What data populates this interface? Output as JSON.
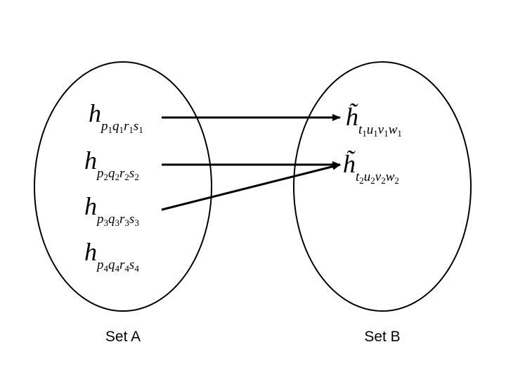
{
  "set_a": {
    "label": "Set A",
    "elements": [
      {
        "base": "h",
        "sub": [
          [
            "p",
            "1"
          ],
          [
            "q",
            "1"
          ],
          [
            "r",
            "1"
          ],
          [
            "s",
            "1"
          ]
        ]
      },
      {
        "base": "h",
        "sub": [
          [
            "p",
            "2"
          ],
          [
            "q",
            "2"
          ],
          [
            "r",
            "2"
          ],
          [
            "s",
            "2"
          ]
        ]
      },
      {
        "base": "h",
        "sub": [
          [
            "p",
            "3"
          ],
          [
            "q",
            "3"
          ],
          [
            "r",
            "3"
          ],
          [
            "s",
            "3"
          ]
        ]
      },
      {
        "base": "h",
        "sub": [
          [
            "p",
            "4"
          ],
          [
            "q",
            "4"
          ],
          [
            "r",
            "4"
          ],
          [
            "s",
            "4"
          ]
        ]
      }
    ]
  },
  "set_b": {
    "label": "Set B",
    "elements": [
      {
        "base": "h̃",
        "sub": [
          [
            "t",
            "1"
          ],
          [
            "u",
            "1"
          ],
          [
            "v",
            "1"
          ],
          [
            "w",
            "1"
          ]
        ]
      },
      {
        "base": "h̃",
        "sub": [
          [
            "t",
            "2"
          ],
          [
            "u",
            "2"
          ],
          [
            "v",
            "2"
          ],
          [
            "w",
            "2"
          ]
        ]
      }
    ]
  },
  "mappings": [
    {
      "from": 0,
      "to": 0
    },
    {
      "from": 1,
      "to": 1
    },
    {
      "from": 2,
      "to": 1
    }
  ],
  "colors": {
    "stroke": "#000000",
    "background": "#ffffff"
  }
}
